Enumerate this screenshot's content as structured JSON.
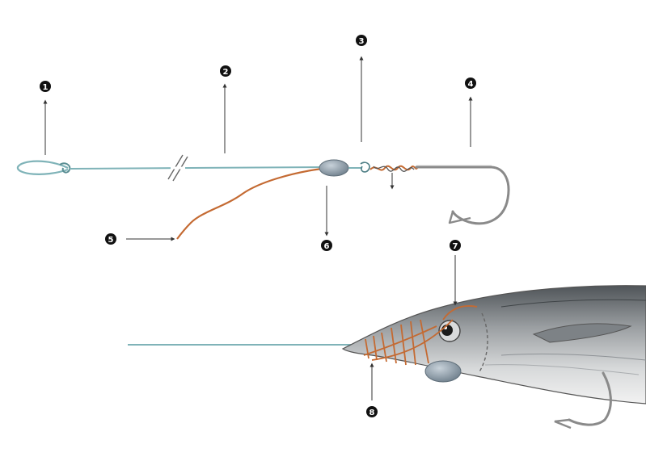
{
  "colors": {
    "leader_line": "#7fb3b8",
    "copper_wire": "#c46a32",
    "hook_steel": "#8a8a8a",
    "sinker": "#8c9aa6",
    "callout_fill": "#111111",
    "callout_text": "#ffffff",
    "fish_body": "#b9bcbe",
    "fish_back": "#5f6468"
  },
  "callouts": [
    {
      "id": "1",
      "label": "1"
    },
    {
      "id": "2",
      "label": "2"
    },
    {
      "id": "3",
      "label": "3"
    },
    {
      "id": "4",
      "label": "4"
    },
    {
      "id": "5",
      "label": "5"
    },
    {
      "id": "6",
      "label": "6"
    },
    {
      "id": "7",
      "label": "7"
    },
    {
      "id": "8",
      "label": "8"
    }
  ],
  "icons": {
    "loop_knot": "loop-knot-icon",
    "sinker": "egg-sinker-icon",
    "hook": "hook-icon",
    "baitfish": "baitfish-icon"
  }
}
